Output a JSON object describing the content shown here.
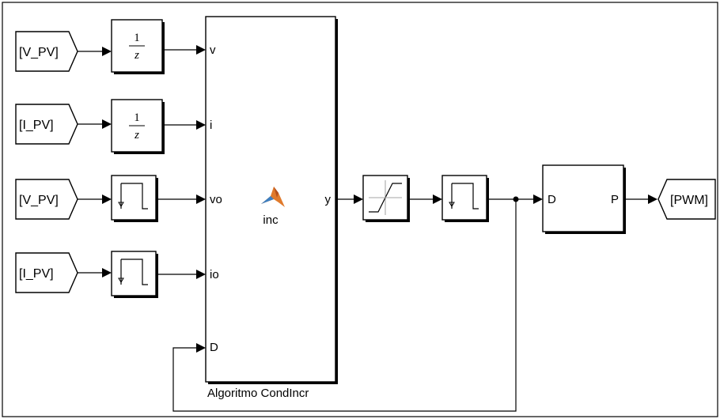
{
  "inputs": {
    "from1": "[V_PV]",
    "from2": "[I_PV]",
    "from3": "[V_PV]",
    "from4": "[I_PV]"
  },
  "delay": {
    "num": "1",
    "den": "z"
  },
  "function_block": {
    "name": "inc",
    "caption": "Algoritmo CondIncr",
    "in_ports": [
      "v",
      "i",
      "vo",
      "io",
      "D"
    ],
    "out_port": "y"
  },
  "pwm_block": {
    "in_port": "D",
    "out_port": "P"
  },
  "output_tag": "[PWM]",
  "icon_color": "#e07a2c"
}
